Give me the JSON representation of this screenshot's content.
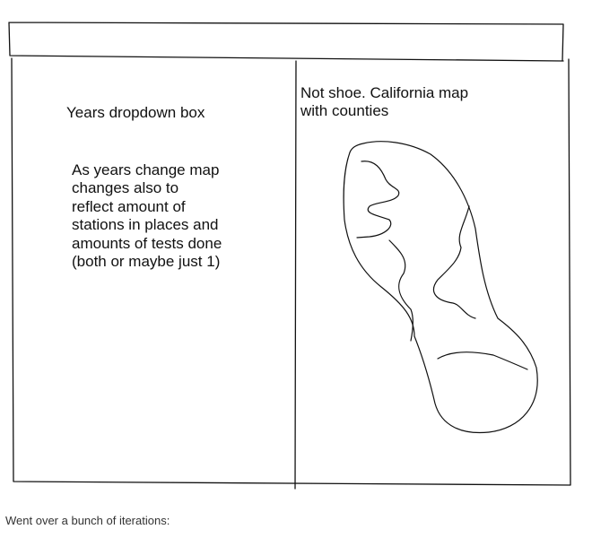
{
  "notes": {
    "dropdown": "Years dropdown box",
    "years_change": "As years change map\nchanges also to\nreflect amount of\nstations in places and\namounts of tests done\n(both or maybe just 1)",
    "map": "Not shoe. California map\nwith counties"
  },
  "caption": "Went over a bunch of iterations:",
  "colors": {
    "ink": "#111111",
    "background": "#ffffff"
  },
  "icons": {
    "map": "california-map-sketch"
  }
}
